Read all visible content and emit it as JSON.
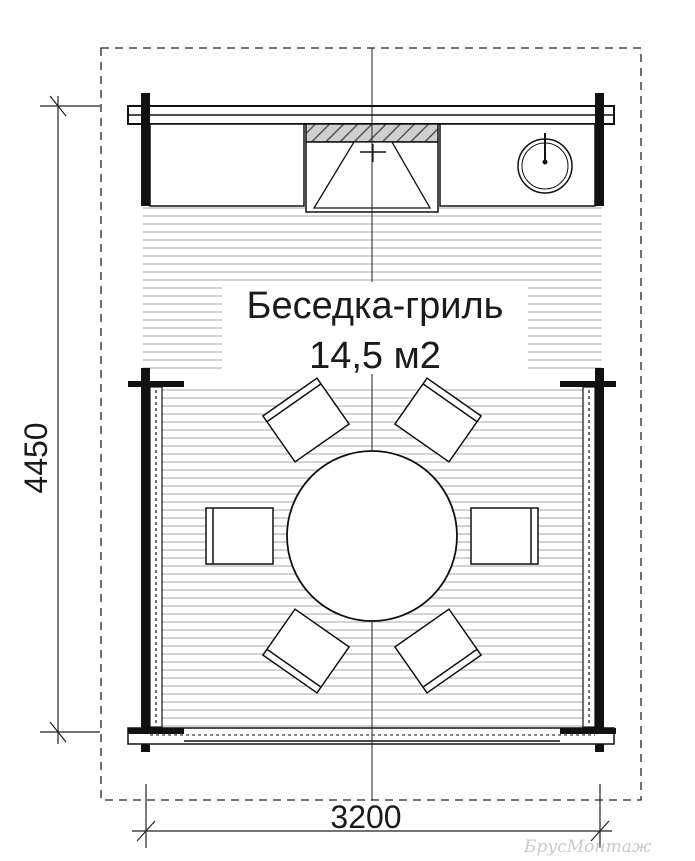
{
  "plan": {
    "room_name": "Беседка-гриль",
    "area": "14,5 м2",
    "width_dimension": "3200",
    "depth_dimension": "4450",
    "watermark": "БрусМонтаж"
  }
}
